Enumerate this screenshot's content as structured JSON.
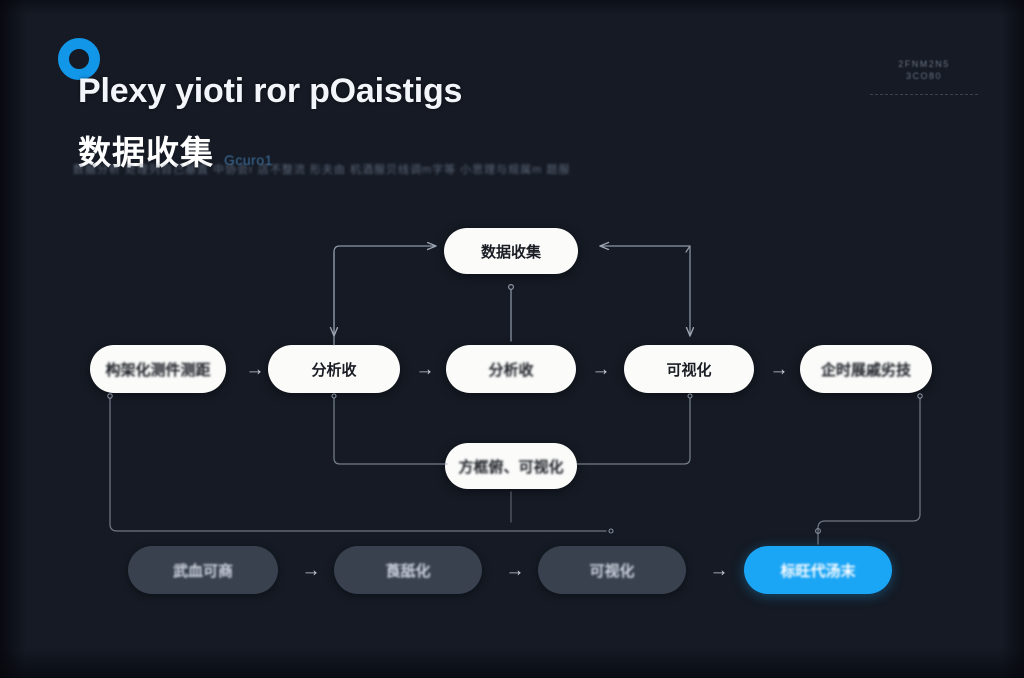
{
  "header": {
    "logo_icon": "circle-ring-logo-icon",
    "title_en": "Plexy yioti ror pOaistigs",
    "title_cn": "数据收集",
    "title_cn_sub": "Gcuro1",
    "subtitle": "数据分析 处理列自己基直 中协会r 店不整流  形夫由  机酒服贝线调m字等  小思理与规属m  题服",
    "meta_text_line1": "2FNM2N5",
    "meta_text_line2": "3CO80"
  },
  "diagram": {
    "nodes": [
      {
        "id": "top-center",
        "label": "数据收集",
        "style": "light-crisp"
      },
      {
        "id": "mid-1",
        "label": "构架化测件测距",
        "style": "light-fuzzy"
      },
      {
        "id": "mid-2",
        "label": "分析收",
        "style": "light-crisp"
      },
      {
        "id": "mid-3",
        "label": "分析收",
        "style": "light-fuzzy"
      },
      {
        "id": "mid-4",
        "label": "可视化",
        "style": "light-crisp"
      },
      {
        "id": "mid-5",
        "label": "企时展戚劣技",
        "style": "light-fuzzy"
      },
      {
        "id": "lower-center",
        "label": "方框俯、可视化",
        "style": "light-fuzzy"
      },
      {
        "id": "bot-1",
        "label": "武血可商",
        "style": "dark"
      },
      {
        "id": "bot-2",
        "label": "莨舐化",
        "style": "dark"
      },
      {
        "id": "bot-3",
        "label": "可视化",
        "style": "dark"
      },
      {
        "id": "bot-4",
        "label": "标旺代汤末",
        "style": "accent"
      }
    ],
    "arrow_glyph": "→"
  },
  "colors": {
    "background": "#151a24",
    "accent": "#1ba5f5",
    "node_light": "#fbfbfa",
    "node_dark": "#39414f",
    "connector": "#9aa3b2"
  }
}
